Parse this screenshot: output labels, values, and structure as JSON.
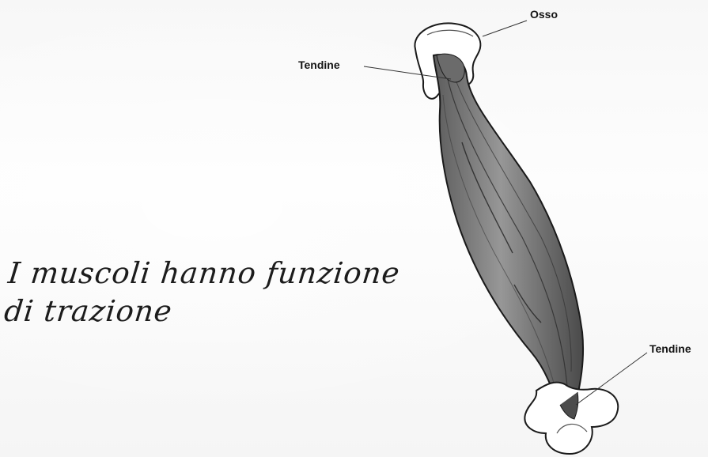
{
  "labels": {
    "bone": "Osso",
    "tendon_top": "Tendine",
    "tendon_bottom": "Tendine"
  },
  "handwritten_note": {
    "line1": "I muscoli hanno funzione",
    "line2": "di trazione"
  },
  "colors": {
    "muscle_fill": "#8a8a8a",
    "muscle_outline": "#1a1a1a",
    "bone_fill": "#ffffff",
    "ink": "#141414"
  }
}
